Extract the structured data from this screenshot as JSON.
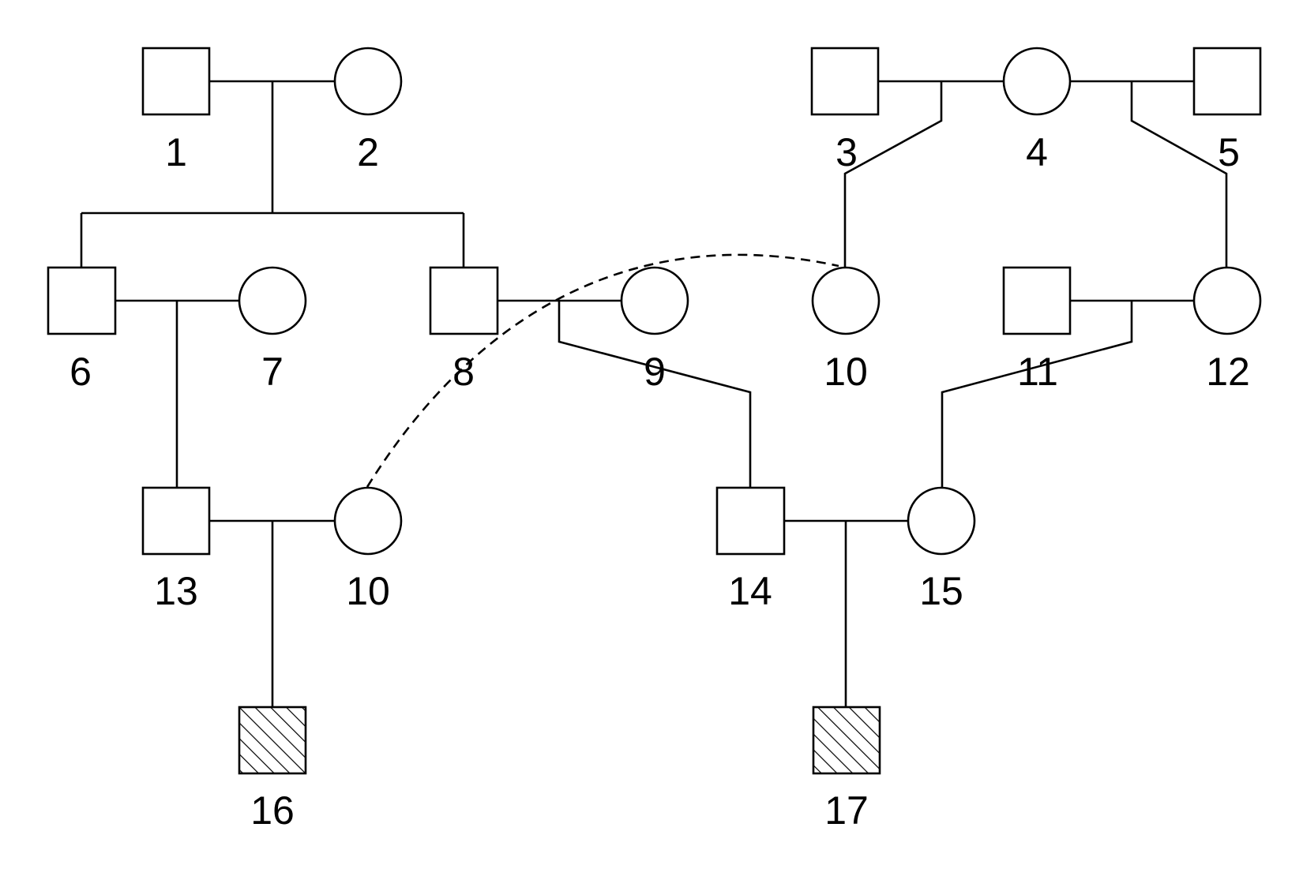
{
  "individuals": [
    {
      "id": "1",
      "label": "1",
      "sex": "male",
      "affected": false
    },
    {
      "id": "2",
      "label": "2",
      "sex": "female",
      "affected": false
    },
    {
      "id": "3",
      "label": "3",
      "sex": "male",
      "affected": false
    },
    {
      "id": "4",
      "label": "4",
      "sex": "female",
      "affected": false
    },
    {
      "id": "5",
      "label": "5",
      "sex": "male",
      "affected": false
    },
    {
      "id": "6",
      "label": "6",
      "sex": "male",
      "affected": false
    },
    {
      "id": "7",
      "label": "7",
      "sex": "female",
      "affected": false
    },
    {
      "id": "8",
      "label": "8",
      "sex": "male",
      "affected": false
    },
    {
      "id": "9",
      "label": "9",
      "sex": "female",
      "affected": false
    },
    {
      "id": "10a",
      "label": "10",
      "sex": "female",
      "affected": false
    },
    {
      "id": "11",
      "label": "11",
      "sex": "male",
      "affected": false
    },
    {
      "id": "12",
      "label": "12",
      "sex": "female",
      "affected": false
    },
    {
      "id": "13",
      "label": "13",
      "sex": "male",
      "affected": false
    },
    {
      "id": "10b",
      "label": "10",
      "sex": "female",
      "affected": false
    },
    {
      "id": "14",
      "label": "14",
      "sex": "male",
      "affected": false
    },
    {
      "id": "15",
      "label": "15",
      "sex": "female",
      "affected": false
    },
    {
      "id": "16",
      "label": "16",
      "sex": "male",
      "affected": true
    },
    {
      "id": "17",
      "label": "17",
      "sex": "male",
      "affected": true
    }
  ],
  "duplicate_link": [
    "10a",
    "10b"
  ],
  "colors": {
    "line": "#000000",
    "fill": "#ffffff",
    "affected_pattern": "diagonal-hatch"
  }
}
